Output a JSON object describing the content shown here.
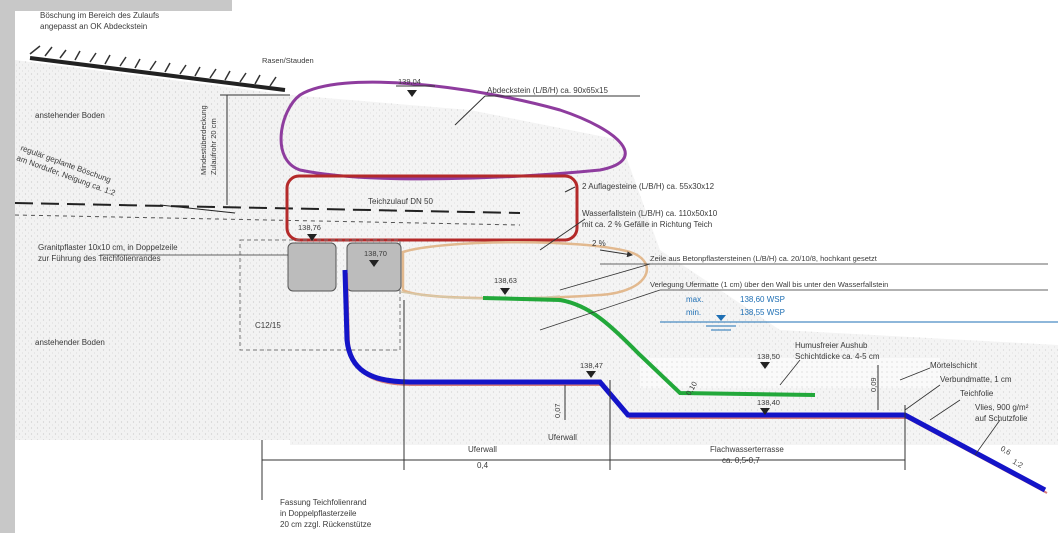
{
  "top_notes": {
    "line1": "Böschung im Bereich des Zulaufs",
    "line2": "angepasst an OK Abdeckstein",
    "lawn": "Rasen/Stauden"
  },
  "left_notes": {
    "soil_top": "anstehender Boden",
    "soil_bottom": "anstehender Boden",
    "slope_1": "regulär geplante Böschung",
    "slope_2": "am Nordufer, Neigung ca. 1:2",
    "min_cover_1": "Mindestüberdeckung",
    "min_cover_2": "Zulaufrohr 20 cm",
    "granite_1": "Granitpflaster 10x10 cm, in Doppelzeile",
    "granite_2": "zur Führung des Teichfolienrandes",
    "concrete": "C12/15"
  },
  "elevations": {
    "e1": "139,04",
    "e2": "138,76",
    "e3": "138,70",
    "e4": "138,63",
    "e5": "138,47",
    "e6": "138,50",
    "e7": "138,40"
  },
  "labels": {
    "capstone": "Abdeckstein (L/B/H) ca. 90x65x15",
    "support": "2 Auflagesteine (L/B/H) ca. 55x30x12",
    "pipe": "Teichzulauf DN 50",
    "waterfall_1": "Wasserfallstein (L/B/H) ca. 110x50x10",
    "waterfall_2": "mit ca. 2 % Gefälle in Richtung Teich",
    "gradient": "2 %",
    "row_1": "Zeile aus Betonpflastersteinen (L/B/H) ca. 20/10/8, hochkant gesetzt",
    "row_2": "Verlegung Ufermatte (1 cm) über den Wall bis  unter den Wasserfallstein",
    "humus_1": "Humusfreier Aushub",
    "humus_2": "Schichtdicke ca. 4-5 cm",
    "mortar": "Mörtelschicht",
    "composite": "Verbundmatte, 1 cm",
    "liner": "Teichfolie",
    "fleece_1": "Vlies, 900 g/m²",
    "fleece_2": "auf Schutzfolie"
  },
  "water": {
    "max_label": "max.",
    "min_label": "min.",
    "max_level": "138,60 WSP",
    "min_level": "138,55 WSP",
    "color": "#1e6fb4"
  },
  "dims": {
    "d1": "0,07",
    "d2": "0,10",
    "d3": "0,09",
    "slope_small": "0,6",
    "slope": "1:2"
  },
  "bottom": {
    "fastening_1": "Fassung Teichfolienrand",
    "fastening_2": "in Doppelpflasterzeile",
    "fastening_3": "20 cm zzgl. Rückenstütze",
    "ufer1": "Uferwall",
    "ufer1_value": "0,4",
    "ufer2": "Uferwall",
    "flach_1": "Flachwasserterrasse",
    "flach_2": "ca. 0,5-0,7"
  },
  "colors": {
    "capstone_outline": "#8e3c9e",
    "support_outline": "#b42a2a",
    "waterfall_outline": "#e2b98f",
    "liner_blue": "#1414c8",
    "mat_green": "#22a83a",
    "paver_gray": "#bcbcbc",
    "sidebar_gray": "#c8c8c8"
  }
}
